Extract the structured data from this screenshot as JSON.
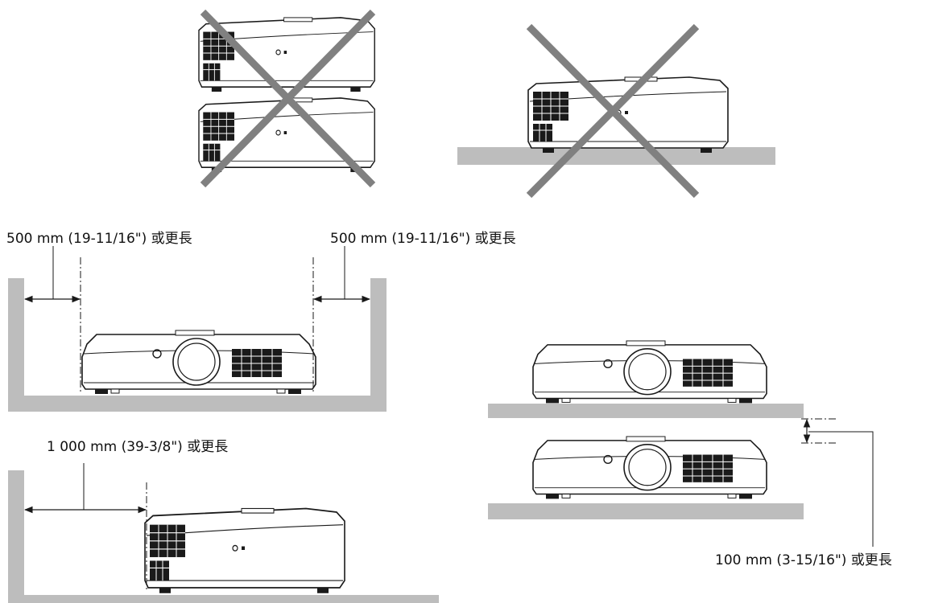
{
  "palette": {
    "outline": "#1a1a1a",
    "surface": "#bdbdbd",
    "prohibited_mark": "#808080",
    "body_fill": "#ffffff"
  },
  "clearances": {
    "side_left": "500 mm (19-11/16\") 或更長",
    "side_right": "500 mm (19-11/16\") 或更長",
    "rear": "1 000 mm (39-3/8\") 或更長",
    "vertical_gap": "100 mm (3-15/16\") 或更長"
  },
  "icons": {
    "prohibited": "cross-mark-icon",
    "dimension": "double-arrow-icon"
  }
}
